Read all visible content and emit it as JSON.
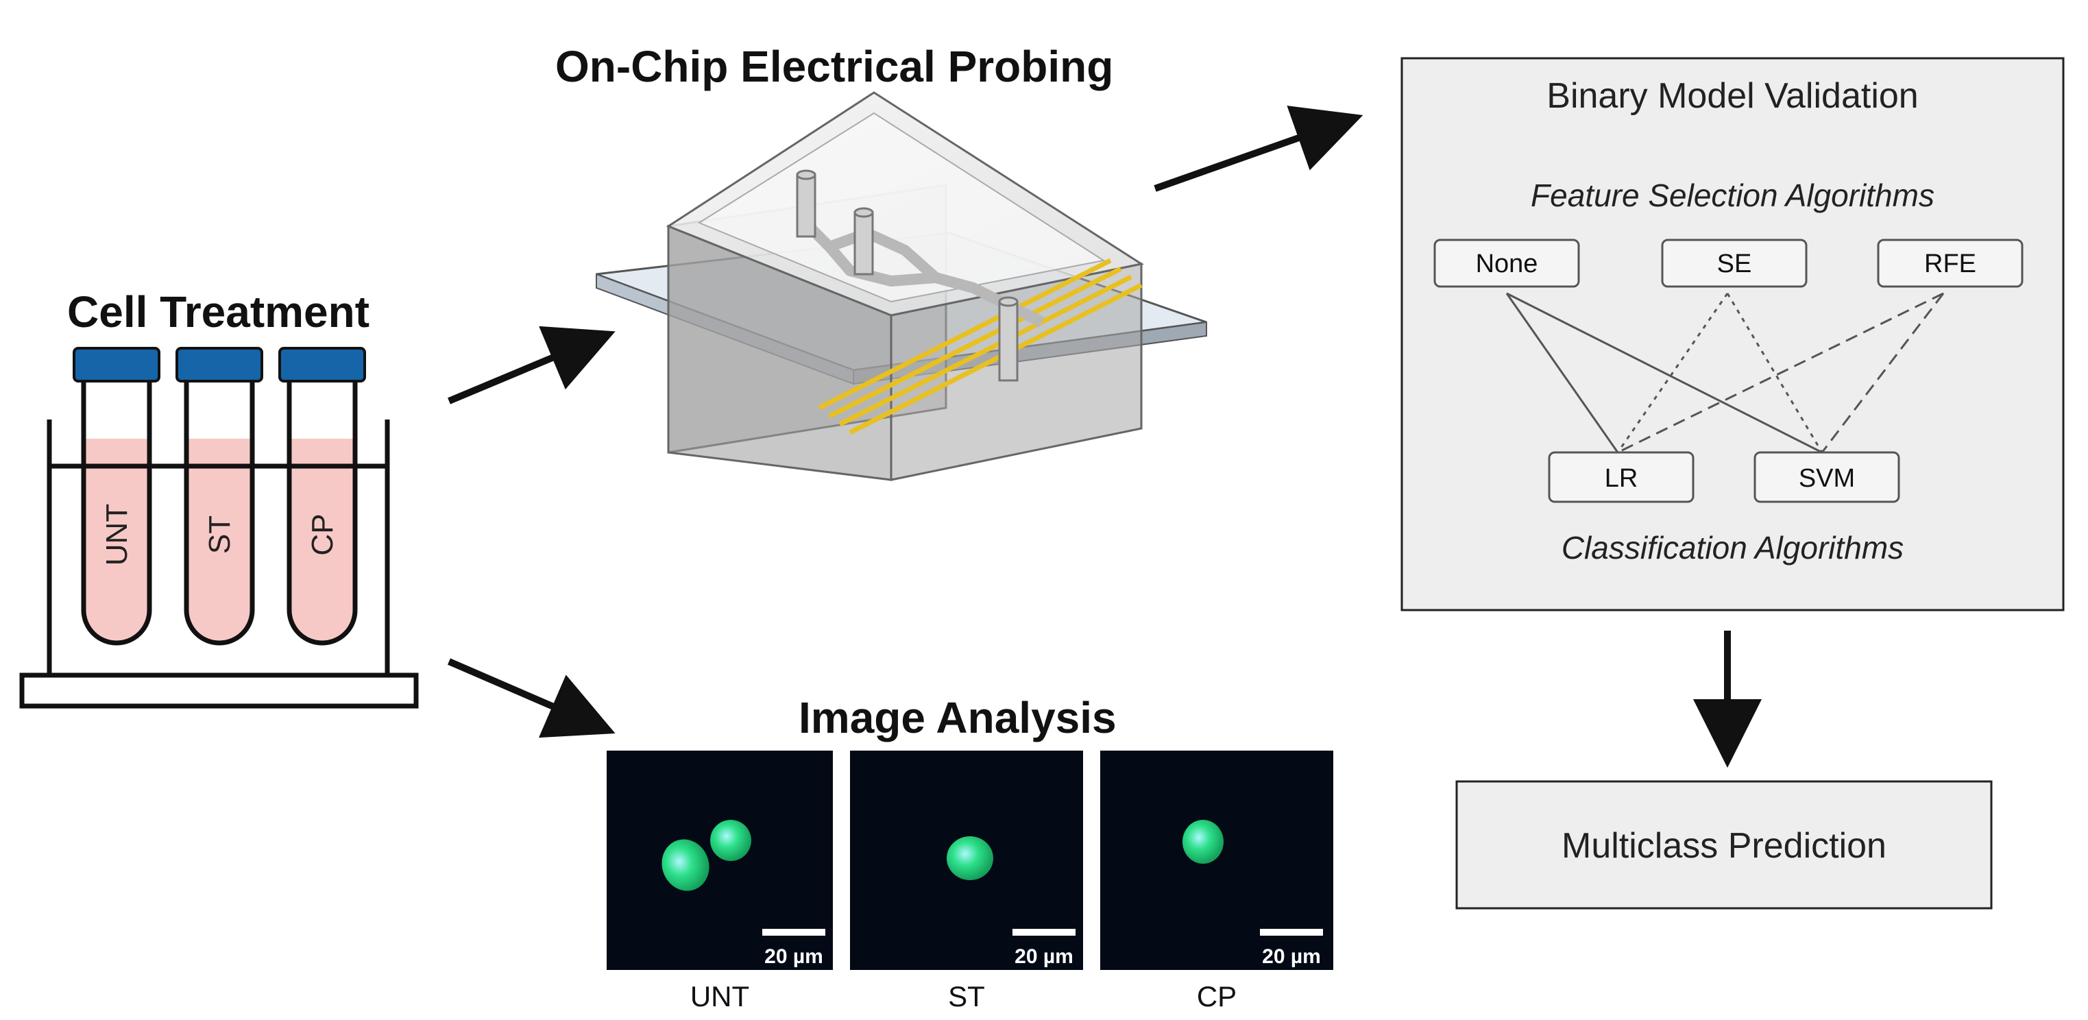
{
  "cell_treatment": {
    "title": "Cell Treatment",
    "tubes": [
      "UNT",
      "ST",
      "CP"
    ],
    "cap_color": "#1565a8",
    "liquid_color": "#f7c9c6"
  },
  "chip": {
    "title": "On-Chip Electrical Probing",
    "electrode_color": "#e8c020"
  },
  "validation": {
    "title": "Binary Model Validation",
    "feature_label": "Feature Selection Algorithms",
    "feature_nodes": [
      "None",
      "SE",
      "RFE"
    ],
    "classifier_label": "Classification Algorithms",
    "classifier_nodes": [
      "LR",
      "SVM"
    ]
  },
  "prediction": {
    "label": "Multiclass Prediction"
  },
  "image_analysis": {
    "title": "Image Analysis",
    "panels": [
      {
        "caption": "UNT",
        "scale": "20 µm"
      },
      {
        "caption": "ST",
        "scale": "20 µm"
      },
      {
        "caption": "CP",
        "scale": "20 µm"
      }
    ],
    "cell_color": "#2ee08a"
  }
}
